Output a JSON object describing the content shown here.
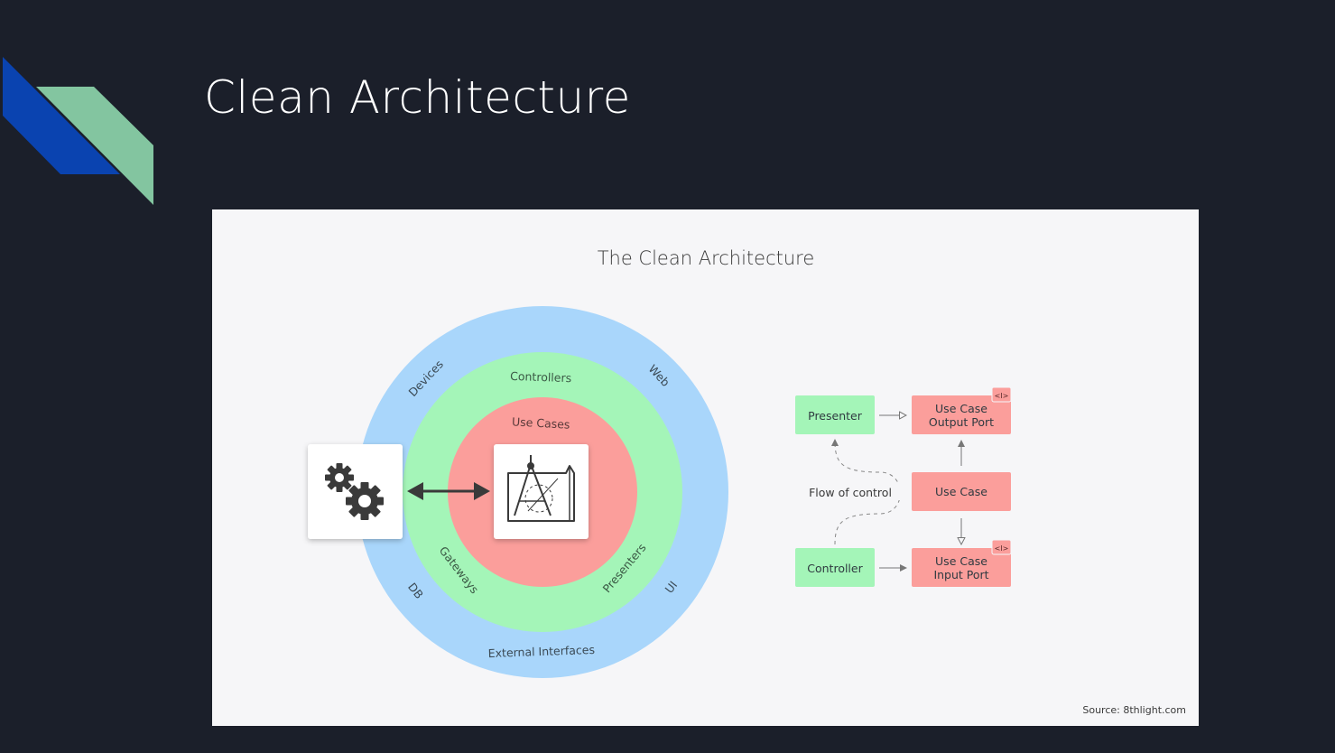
{
  "slide": {
    "title": "Clean Architecture"
  },
  "figure": {
    "title": "The Clean Architecture",
    "source": "Source: 8thlight.com",
    "rings": {
      "outer": [
        "Devices",
        "Web",
        "DB",
        "UI",
        "External Interfaces"
      ],
      "middle": [
        "Controllers",
        "Gateways",
        "Presenters"
      ],
      "inner": [
        "Use Cases"
      ]
    },
    "flow": {
      "presenter": "Presenter",
      "output_port_line1": "Use Case",
      "output_port_line2": "Output Port",
      "use_case": "Use Case",
      "controller": "Controller",
      "input_port_line1": "Use Case",
      "input_port_line2": "Input Port",
      "flow_label": "Flow of control",
      "interface_tag": "<I>"
    }
  },
  "colors": {
    "background": "#1b1f2a",
    "accent_blue": "#0a43b0",
    "accent_green": "#83c5a0",
    "ring_outer": "#a9d6fb",
    "ring_middle": "#a4f5b8",
    "ring_inner": "#fb9e9b"
  },
  "icons": [
    "gears-icon",
    "drafting-compass-icon",
    "double-arrow-icon"
  ]
}
